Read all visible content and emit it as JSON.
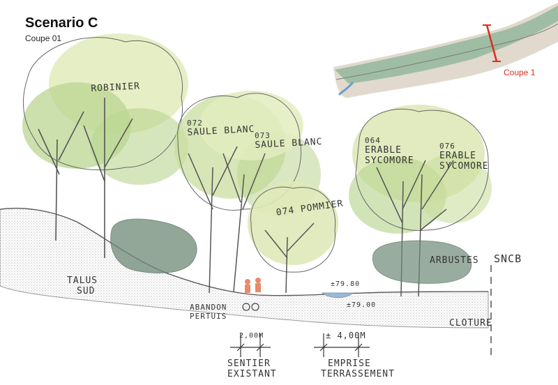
{
  "header": {
    "title": "Scenario C",
    "subtitle": "Coupe 01"
  },
  "minimap": {
    "coupe_label": "Coupe 1",
    "marker_color": "#e02b1c"
  },
  "trees": {
    "robinier": "ROBINIER",
    "saule_blanc_1": [
      "072",
      "SAULE BLANC"
    ],
    "saule_blanc_2": [
      "073",
      "SAULE BLANC"
    ],
    "pommier": "074 POMMIER",
    "erable_1": [
      "064",
      "ERABLE",
      "SYCOMORE"
    ],
    "erable_2": [
      "076",
      "ERABLE",
      "SYCOMORE"
    ]
  },
  "labels": {
    "talus": [
      "TALUS",
      "SUD"
    ],
    "abandon": [
      "ABANDON",
      "PERTUIS"
    ],
    "arbustes": "ARBUSTES",
    "sncb": "SNCB",
    "cloture": "CLOTURE",
    "level_upper": "±79.80",
    "level_lower": "±79.00"
  },
  "dimensions": {
    "sentier_width": "2,00M",
    "sentier_label": [
      "SENTIER",
      "EXISTANT"
    ],
    "emprise_width": "± 4,00M",
    "emprise_label": [
      "EMPRISE",
      "TERRASSEMENT"
    ]
  },
  "colors": {
    "canopy_light": "#dfe9b8",
    "canopy_mid": "#b9d690",
    "shrub_dark": "#6f8a78",
    "ground_hatch": "#c9c9c9",
    "water": "#9bb8d8"
  }
}
